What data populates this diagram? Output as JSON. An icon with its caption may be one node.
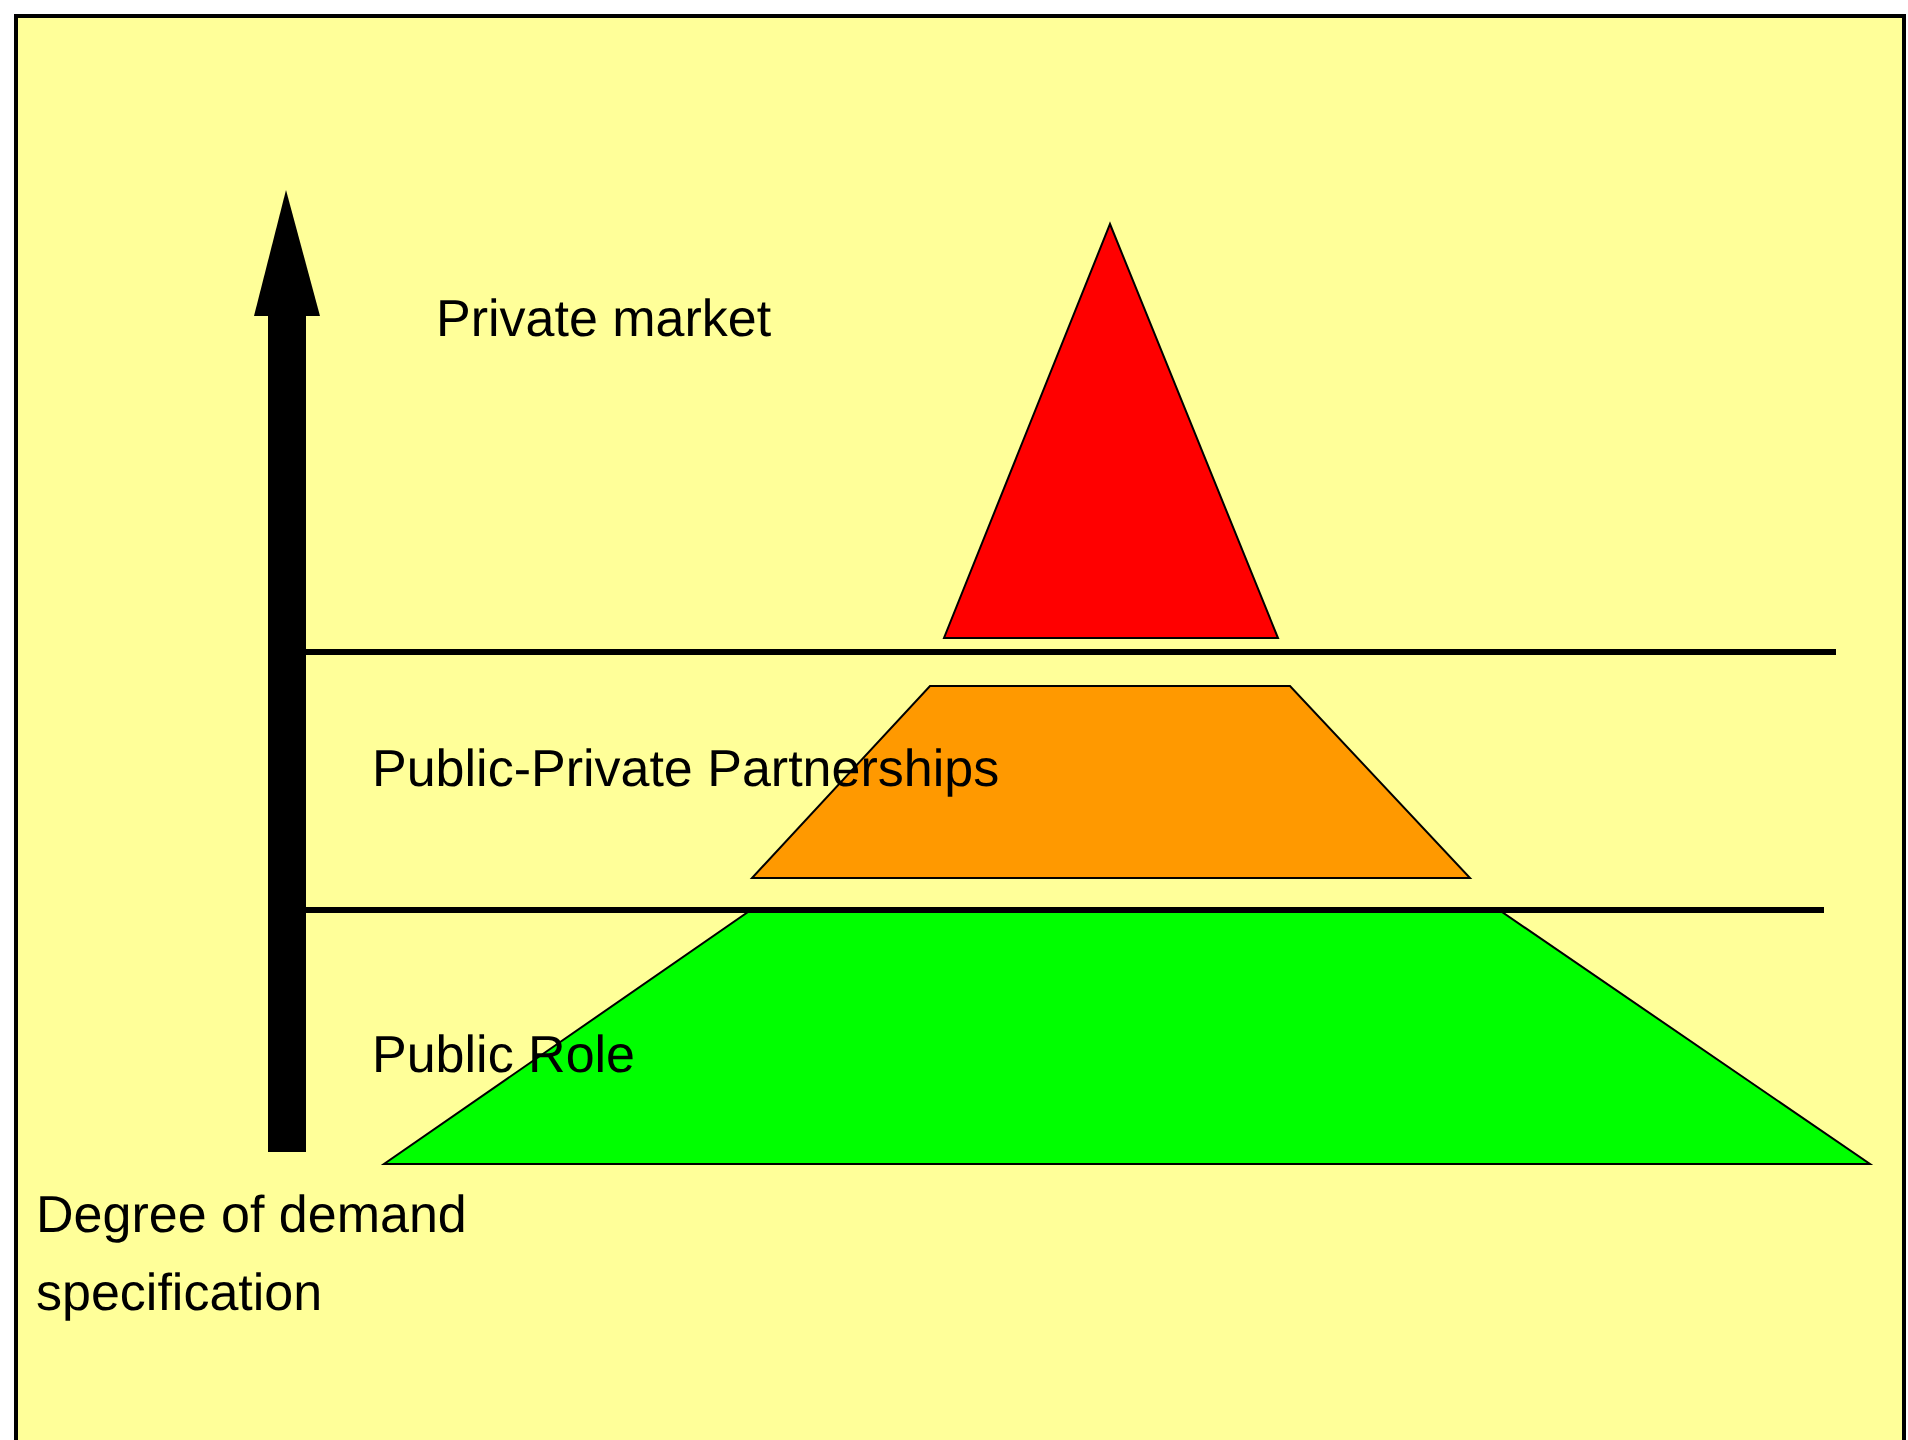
{
  "diagram": {
    "labels": [
      "Private market",
      "Public-Private Partnerships",
      "Public Role",
      "Degree of demand specification"
    ]
  }
}
